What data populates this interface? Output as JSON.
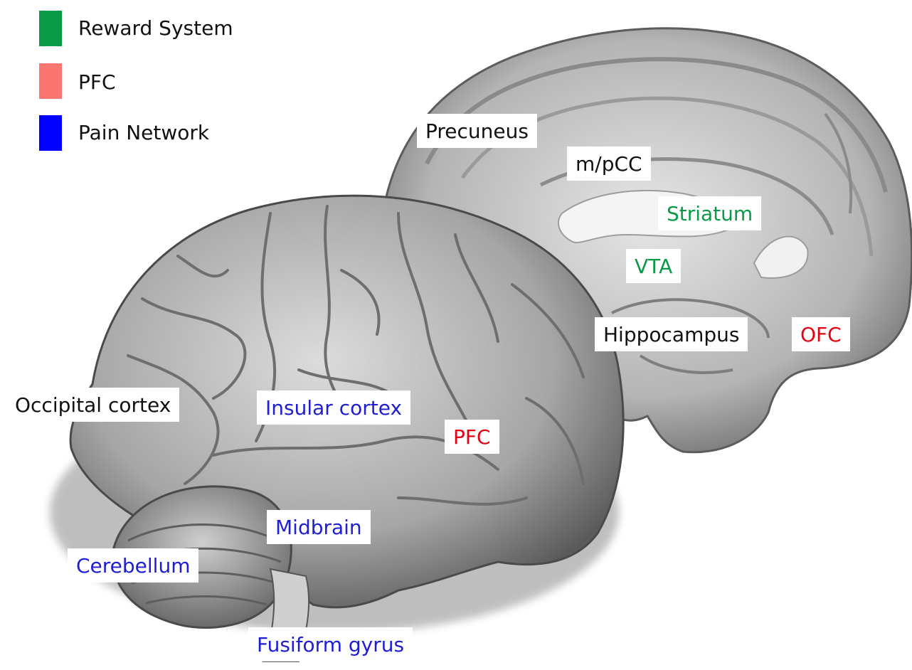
{
  "legend": [
    {
      "label": "Reward System",
      "color": "#0a9a47"
    },
    {
      "label": "PFC",
      "color": "#fb7670"
    },
    {
      "label": "Pain Network",
      "color": "#0000ff"
    }
  ],
  "colors": {
    "reward": "#0a9a47",
    "pfc": "#e60012",
    "pain": "#1e1ed2",
    "neutral": "#111111"
  },
  "regions": {
    "precuneus": "Precuneus",
    "mpcc": "m/pCC",
    "striatum": "Striatum",
    "vta": "VTA",
    "hippocampus": "Hippocampus",
    "ofc": "OFC",
    "occipital": "Occipital cortex",
    "insular": "Insular cortex",
    "pfc": "PFC",
    "midbrain": "Midbrain",
    "cerebellum": "Cerebellum",
    "fusiform": "Fusiform gyrus"
  }
}
